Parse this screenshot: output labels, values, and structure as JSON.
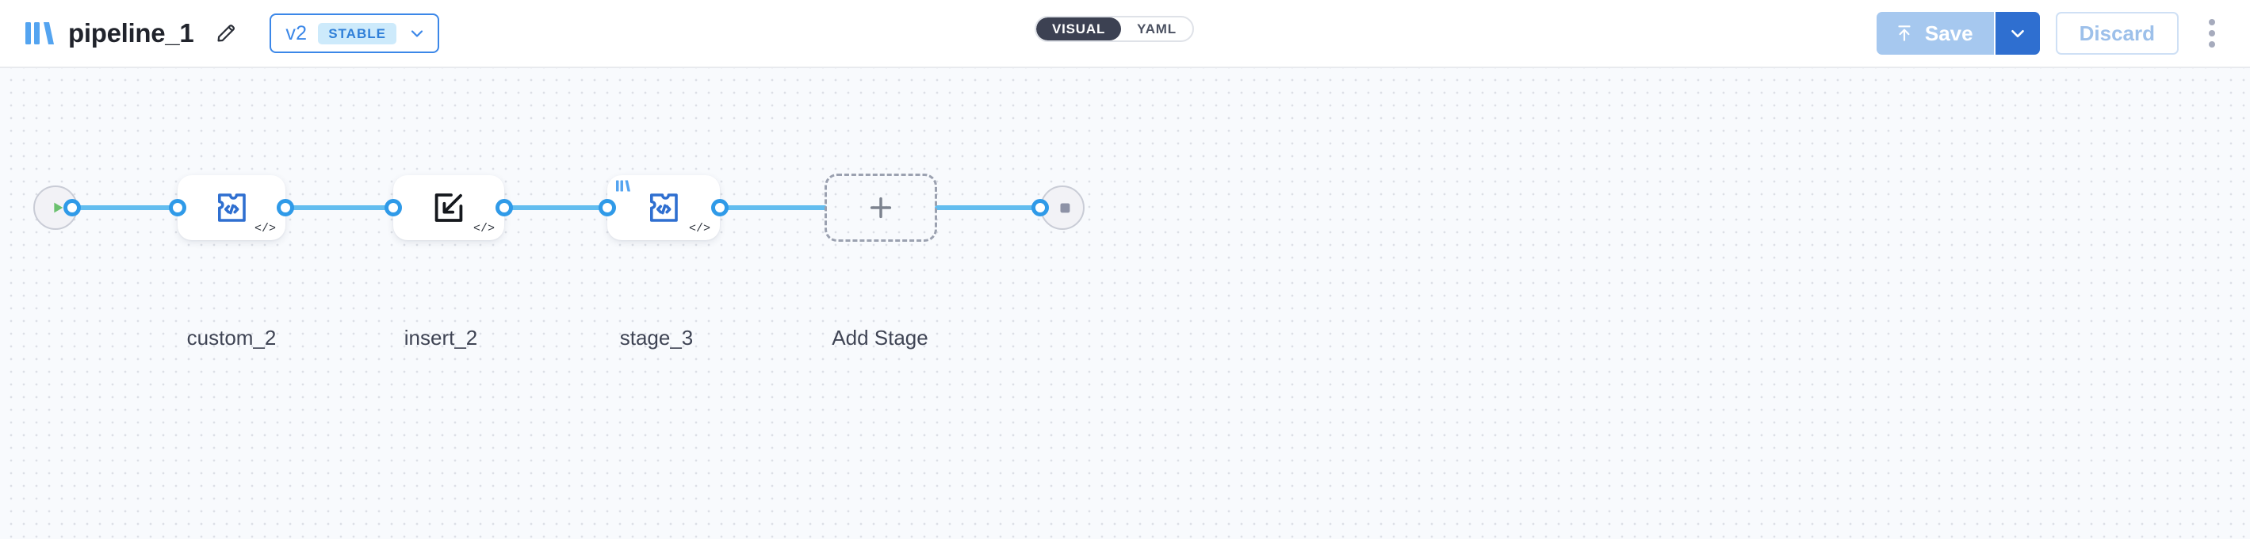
{
  "header": {
    "logo_icon": "pipeline-bars-logo",
    "title": "pipeline_1",
    "edit_icon": "pencil-icon",
    "version": {
      "label": "v2",
      "badge": "STABLE",
      "chevron_icon": "chevron-down-icon"
    },
    "mode_toggle": {
      "options": [
        "VISUAL",
        "YAML"
      ],
      "active": "VISUAL"
    },
    "actions": {
      "save_label": "Save",
      "save_icon": "upload-arrow-icon",
      "save_dropdown_icon": "chevron-down-icon",
      "discard_label": "Discard",
      "more_icon": "kebab-menu-icon"
    },
    "colors": {
      "accent_blue": "#3b87e8",
      "save_disabled": "#a6c8ef",
      "save_split": "#2f6fd0",
      "badge_bg": "#cdeafb",
      "toggle_active_bg": "#3c4152"
    }
  },
  "canvas": {
    "background": "#f8fafd",
    "wire_color": "#63bdef",
    "port_color": "#2f9ae8",
    "start_node": {
      "name": "start",
      "icon": "play-icon",
      "icon_color": "#6cc16f"
    },
    "end_node": {
      "name": "end",
      "icon": "stop-square-icon",
      "icon_color": "#8d92a6"
    },
    "stages": [
      {
        "label": "custom_2",
        "icon": "custom-code-puzzle-icon",
        "icon_color": "#2f6fd0",
        "badge_code": "</>",
        "has_logo_badge": false
      },
      {
        "label": "insert_2",
        "icon": "insert-arrow-into-box-icon",
        "icon_color": "#15181d",
        "badge_code": "</>",
        "has_logo_badge": false
      },
      {
        "label": "stage_3",
        "icon": "custom-code-puzzle-icon",
        "icon_color": "#2f6fd0",
        "badge_code": "</>",
        "has_logo_badge": true
      }
    ],
    "add_stage": {
      "label": "Add Stage",
      "icon": "plus-icon",
      "icon_color": "#7d838f"
    }
  }
}
